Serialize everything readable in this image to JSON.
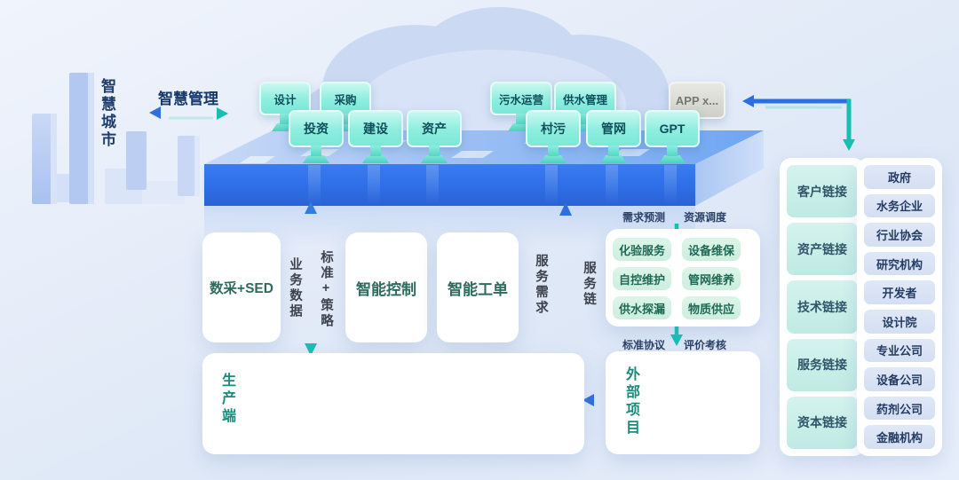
{
  "left_scene": {
    "city_label": "智慧城市",
    "management_label": "智慧管理"
  },
  "platform": {
    "back_row": [
      "设计",
      "采购",
      "污水运营",
      "供水管理"
    ],
    "front_row": [
      "投资",
      "建设",
      "资产",
      "村污",
      "管网",
      "GPT"
    ],
    "app_label": "APP x..."
  },
  "middle": {
    "cards": [
      "数采+SED",
      "智能控制",
      "智能工单"
    ],
    "flows": {
      "business_data": "业务数据",
      "standards": "标准+策略",
      "service_demand": "服务需求",
      "service_chain": "服务链"
    },
    "service_chain": {
      "top_labels": [
        "需求预测",
        "资源调度"
      ],
      "bottom_labels": [
        "标准协议",
        "评价考核"
      ],
      "items": [
        "化验服务",
        "设备维保",
        "自控维护",
        "管网维养",
        "供水探漏",
        "物质供应"
      ]
    }
  },
  "bottom": {
    "production_label": "生产端",
    "external_label": "外部项目"
  },
  "right": {
    "links": [
      "客户链接",
      "资产链接",
      "技术链接",
      "服务链接",
      "资本链接"
    ],
    "stakeholders": [
      "政府",
      "水务企业",
      "行业协会",
      "研究机构",
      "开发者",
      "设计院",
      "专业公司",
      "设备公司",
      "药剂公司",
      "金融机构"
    ]
  },
  "colors": {
    "accent_blue": "#2f6fe0",
    "accent_teal": "#15c0b2",
    "platform_blue": "#2f6fe8",
    "monitor_teal": "#8ceede"
  }
}
